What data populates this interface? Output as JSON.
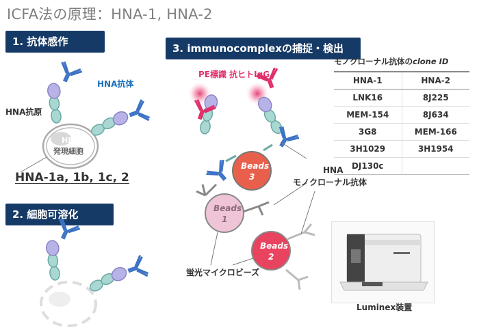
{
  "title": "ICFA法の原理：HNA-1, HNA-2",
  "steps": {
    "step1": "1. 抗体感作",
    "step2": "2. 細胞可溶化",
    "step3": "3. immunocomplexの捕捉・検出"
  },
  "labels": {
    "hna_antibody": "HNA抗体",
    "hna_antigen": "HNA抗原",
    "cell_line1": "HNA",
    "cell_line2": "発現細胞",
    "hna_types": "HNA-1a, 1b, 1c, 2",
    "pe_label": "PE標識 抗ヒトIgG",
    "mono_line1": "HNA",
    "mono_line2": "モノクローナル抗体",
    "beads_word": "Beads",
    "bead_3": "3",
    "bead_1": "1",
    "bead_2": "2",
    "fluor_beads": "蛍光マイクロビーズ",
    "luminex": "Luminex装置"
  },
  "table": {
    "title_prefix": "モノクローナル抗体の",
    "title_italic": "clone ID",
    "headers": [
      "HNA-1",
      "HNA-2"
    ],
    "rows": [
      [
        "LNK16",
        "8J225"
      ],
      [
        "MEM-154",
        "8J634"
      ],
      [
        "3G8",
        "MEM-166"
      ],
      [
        "3H1029",
        "3H1954"
      ],
      [
        "DJ130c",
        ""
      ]
    ]
  },
  "colors": {
    "header_bg": "#163a66",
    "antibody_blue": "#3d73c4",
    "antigen_teal": "#a9d8d2",
    "antigen_purple": "#b8b3e6",
    "pe_pink": "#e02f6b",
    "bead3": "#e8604c",
    "bead1": "#efc4d6",
    "bead2": "#e8435f",
    "mono_stem": "#6aa9a4"
  },
  "icons": [
    "antibody-icon",
    "antigen-icon",
    "cell-icon",
    "bead-icon",
    "luminex-instrument-icon"
  ]
}
